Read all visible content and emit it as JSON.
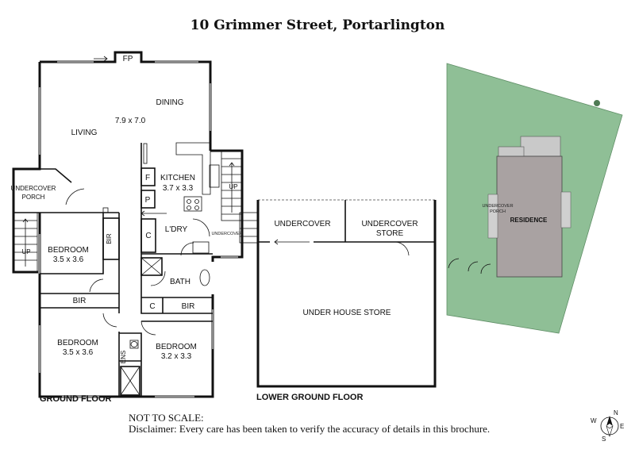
{
  "title": "10 Grimmer Street, Portarlington",
  "ground_floor": {
    "label": "GROUND FLOOR",
    "rooms": {
      "fp": "FP",
      "dining": "DINING",
      "living_dim": "7.9 x 7.0",
      "living": "LIVING",
      "kitchen": "KITCHEN",
      "kitchen_dim": "3.7 x 3.3",
      "fridge": "F",
      "pantry": "P",
      "up_right": "UP",
      "undercover_porch_1": "UNDERCOVER",
      "undercover_porch_2": "PORCH",
      "up_left": "UP",
      "ldry": "L'DRY",
      "cupboard_ldry": "C",
      "undercover": "UNDERCOVER",
      "bedroom1": "BEDROOM",
      "bedroom1_dim": "3.5 x 3.6",
      "bir1": "BIR",
      "bath": "BATH",
      "bir2": "BIR",
      "cupboard2": "C",
      "bir3": "BIR",
      "bedroom2": "BEDROOM",
      "bedroom2_dim": "3.5 x 3.6",
      "ens": "ENS",
      "bedroom3": "BEDROOM",
      "bedroom3_dim": "3.2 x 3.3"
    }
  },
  "lower_ground_floor": {
    "label": "LOWER GROUND FLOOR",
    "rooms": {
      "undercover": "UNDERCOVER",
      "undercover_store_1": "UNDERCOVER",
      "undercover_store_2": "STORE",
      "under_house_store": "UNDER HOUSE STORE"
    }
  },
  "site_plan": {
    "residence": "RESIDENCE",
    "undercover_porch_1": "UNDERCOVER",
    "undercover_porch_2": "PORCH",
    "lawn_color": "#8fbf96",
    "house_color": "#a9a2a2"
  },
  "notes": {
    "not_to_scale": "NOT TO SCALE:",
    "disclaimer": "Disclaimer: Every care has been taken to verify the accuracy of details in this brochure."
  },
  "compass": {
    "n": "N",
    "e": "E",
    "s": "S",
    "w": "W"
  }
}
